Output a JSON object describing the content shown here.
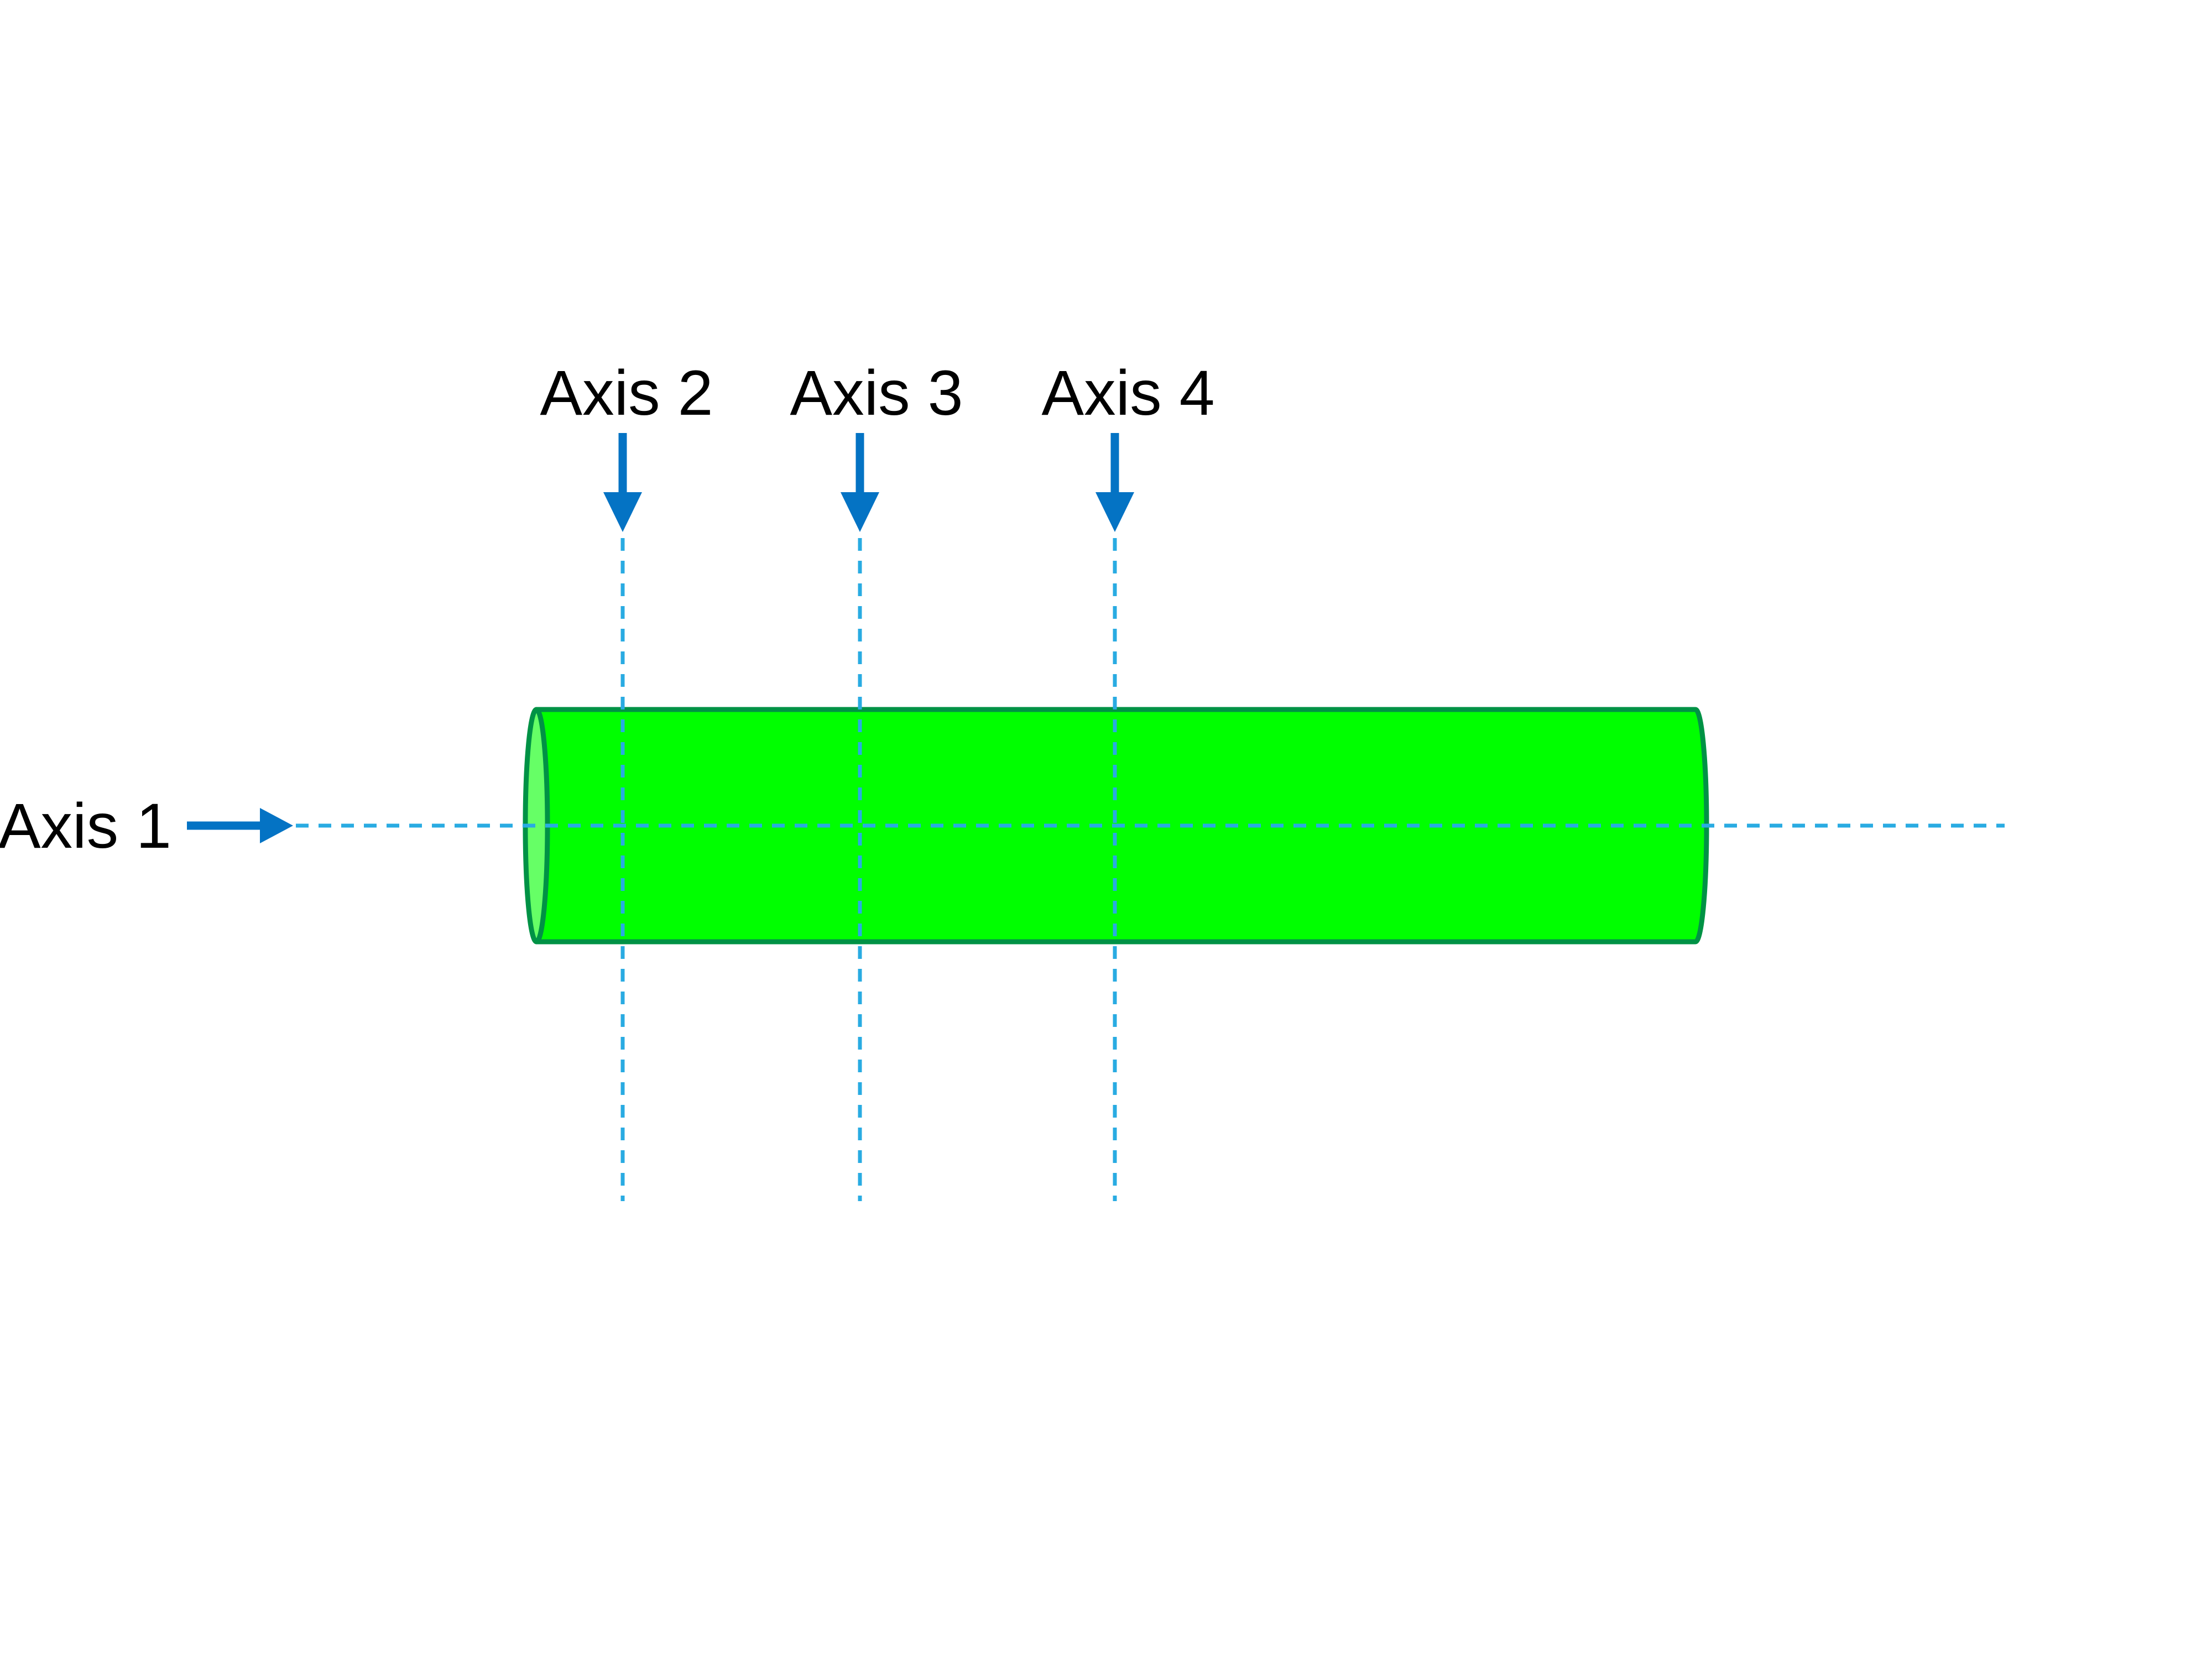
{
  "diagram": {
    "labels": {
      "axis1": "Axis 1",
      "axis2": "Axis 2",
      "axis3": "Axis 3",
      "axis4": "Axis 4"
    },
    "colors": {
      "background": "#FFFFFF",
      "cylinder_fill": "#00FF00",
      "cylinder_end_fill": "#66FF66",
      "cylinder_stroke": "#009245",
      "axis_dash_line": "#29ABE2",
      "arrow": "#0473C4",
      "label_text": "#000000"
    }
  }
}
